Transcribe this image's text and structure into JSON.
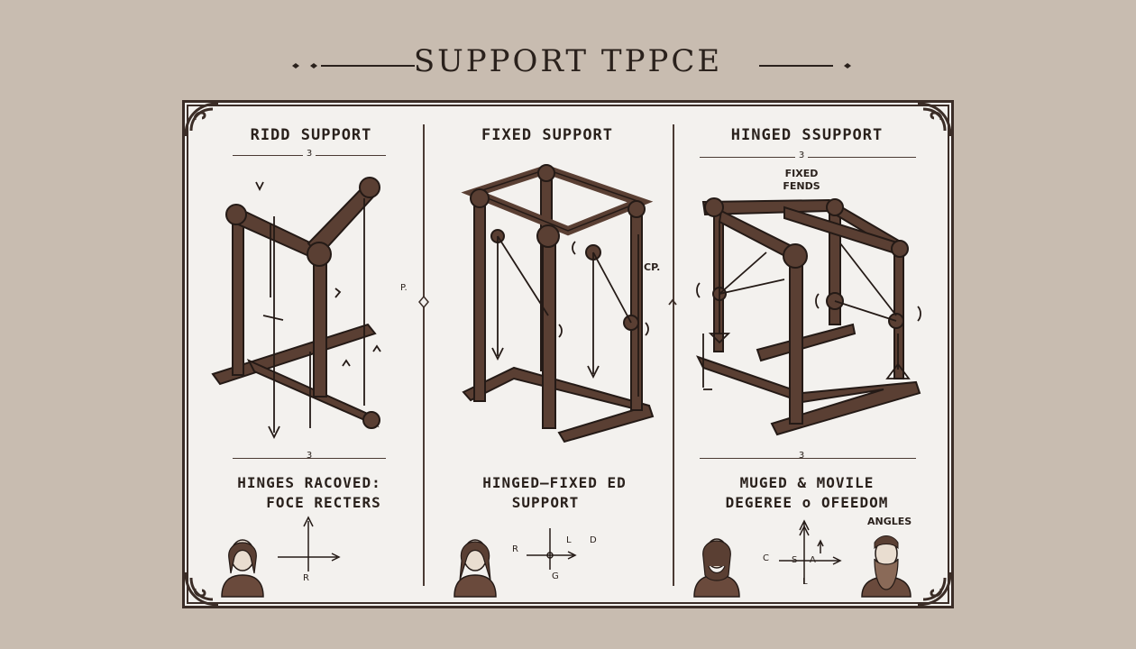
{
  "title": "SUPPORT TPPCE",
  "colors": {
    "background": "#c8bcb0",
    "paper": "#f3f1ee",
    "ink": "#2a211c",
    "wood": "#5a3f33"
  },
  "panels": [
    {
      "heading": "RIDD SUPPORT",
      "number_top": "3",
      "number_bottom": "3",
      "caption_line1": "HINGES RACOVED:",
      "caption_line2": "FOCE RECTERS",
      "axis_label": "R",
      "portrait_icon": "portrait-icon"
    },
    {
      "heading": "FIXED SUPPORT",
      "annotation": "CP.",
      "caption_line1": "HINGED—FIXED ED",
      "caption_line2": "SUPPORT",
      "axis_left": "R",
      "axis_mid": "L",
      "axis_right": "D",
      "axis_bottom": "G",
      "portrait_icon": "portrait-icon"
    },
    {
      "heading": "HINGED SSUPPORT",
      "number_top": "3",
      "number_bottom": "3",
      "sub_line1": "FIXED",
      "sub_line2": "FENDS",
      "caption_line1": "MUGED & MOVILE",
      "caption_line2": "DEGEREE ο OFEEDOM",
      "angles_label": "ANGLES",
      "axis_left": "C",
      "axis_mid": "S",
      "axis_right": "A",
      "axis_bottom": "L",
      "portrait_icon": "portrait-icon"
    }
  ],
  "divider_marks": [
    "P.",
    ""
  ]
}
